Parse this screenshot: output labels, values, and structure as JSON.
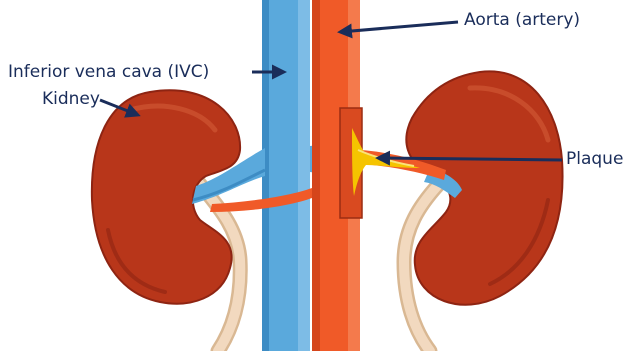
{
  "labels": {
    "aorta": "Aorta (artery)",
    "ivc": "Inferior vena cava (IVC)",
    "kidney": "Kidney",
    "plaque": "Plaque"
  },
  "colors": {
    "label_text": "#1a2d5a",
    "pointer": "#1a2d5a",
    "kidney": "#b8361a",
    "kidney_shade": "#8e2412",
    "aorta": "#f05a28",
    "aorta_shade": "#d5451b",
    "vein": "#5aa9dc",
    "vein_shade": "#3d8cc4",
    "ureter": "#f2d9bf",
    "ureter_shade": "#d9b893",
    "plaque": "#f5c400"
  },
  "icons": [
    "arrow-pointer-icon"
  ]
}
